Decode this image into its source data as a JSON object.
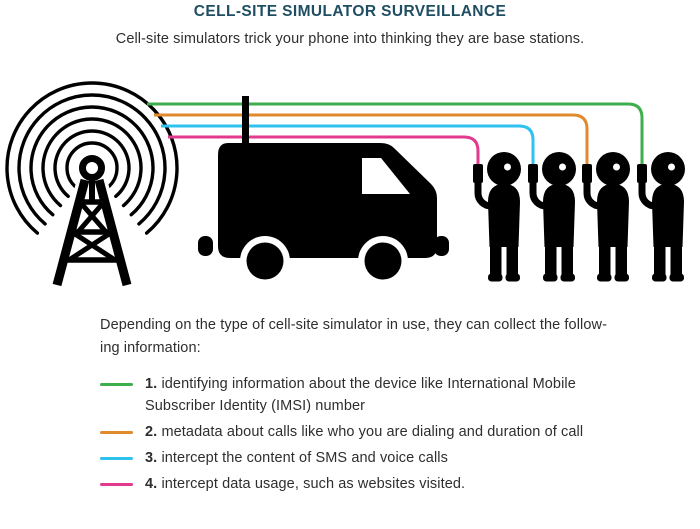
{
  "page": {
    "title": "CELL-SITE SIMULATOR SURVEILLANCE",
    "subtitle": "Cell-site simulators trick your phone into thinking they are base stations."
  },
  "colors": {
    "title": "#1f4e63",
    "text": "#2e2e2e",
    "illustration_black": "#000000"
  },
  "illustration": {
    "icons": [
      "radio-waves-icon",
      "cell-tower-icon",
      "surveillance-van-icon",
      "person-with-phone-icon"
    ],
    "people_count": 4
  },
  "description": {
    "line1": "Depending on the type of cell-site simulator in use, they can collect the follow-",
    "line2": "ing information:"
  },
  "legend": {
    "items": [
      {
        "number": "1.",
        "color": "#3fae4c",
        "label": "identifying information about the device like International Mobile Subscriber Identity (IMSI) number"
      },
      {
        "number": "2.",
        "color": "#e08a2e",
        "label": "metadata about calls like who you are dialing and duration of call"
      },
      {
        "number": "3.",
        "color": "#2fc2ef",
        "label": "intercept the content of SMS and voice calls"
      },
      {
        "number": "4.",
        "color": "#e23a8e",
        "label": "intercept data usage, such as websites visited."
      }
    ]
  }
}
